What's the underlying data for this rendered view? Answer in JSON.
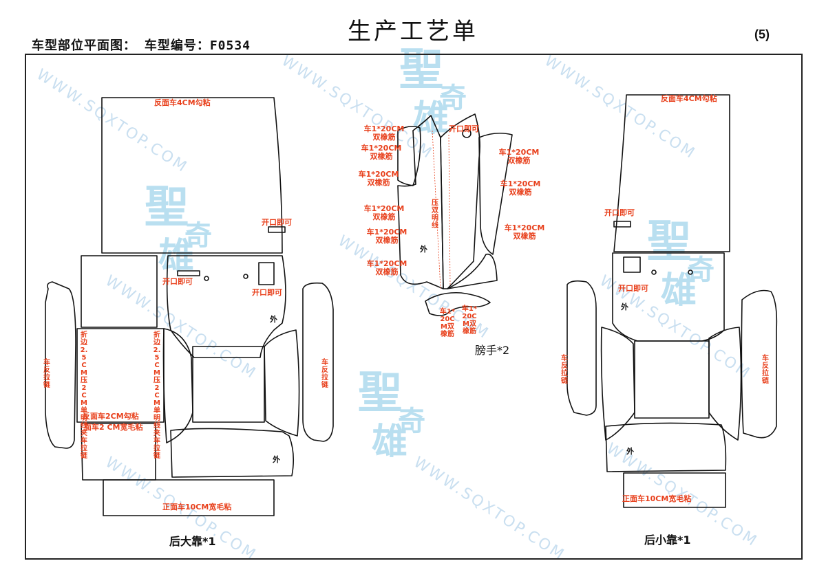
{
  "header": {
    "title": "生产工艺单",
    "left_label": "车型部位平面图：  车型编号：F0534",
    "page_number": "(5)"
  },
  "watermark": {
    "url": "WWW.SQXTOP.COM",
    "logo_chars": [
      "聖",
      "奇",
      "雄"
    ]
  },
  "left_piece": {
    "caption": "后大靠*1",
    "top_panel_note": "反面车4CM勾粘",
    "opening_note_1": "开口即可",
    "opening_note_2": "开口即可",
    "opening_note_3": "开口即可",
    "outer_mark_1": "外",
    "outer_mark_2": "外",
    "fold_note_left": "折边2.5CM压2CM单明线夹车拉链",
    "fold_note_right": "折边2.5CM压2CM单明线夹车拉链",
    "left_side_note": "车反拉链",
    "right_side_note": "车反拉链",
    "bottom_note_1": "反面车2CM勾粘",
    "bottom_note_2": "面车2 CM宽毛粘",
    "base_note": "正面车10CM宽毛粘"
  },
  "armrest": {
    "caption": "膀手*2",
    "notes_left": [
      "车1*20CM双橡筋",
      "车1*20CM双橡筋",
      "车1*20CM双橡筋",
      "车1*20CM双橡筋",
      "车1*20CM双橡筋",
      "车1*20CM双橡筋"
    ],
    "notes_right": [
      "车1*20CM双橡筋",
      "车1*20CM双橡筋",
      "车1*20CM双橡筋"
    ],
    "open_note": "开口即可",
    "press_note": "压双明线",
    "outer_mark": "外",
    "bottom_note_1": "车1*20CM双橡筋",
    "bottom_note_2": "车1*20CM双橡筋"
  },
  "right_piece": {
    "caption": "后小靠*1",
    "top_panel_note": "反面车4CM勾粘",
    "opening_note_1": "开口即可",
    "opening_note_2": "开口即可",
    "outer_mark_1": "外",
    "outer_mark_2": "外",
    "left_side_note": "车反拉链",
    "right_side_note": "车反拉链",
    "base_note": "正面车10CM宽毛粘"
  },
  "colors": {
    "note_red": "#e8401c",
    "outline": "#111111",
    "watermark_blue": "#c9dff0"
  }
}
